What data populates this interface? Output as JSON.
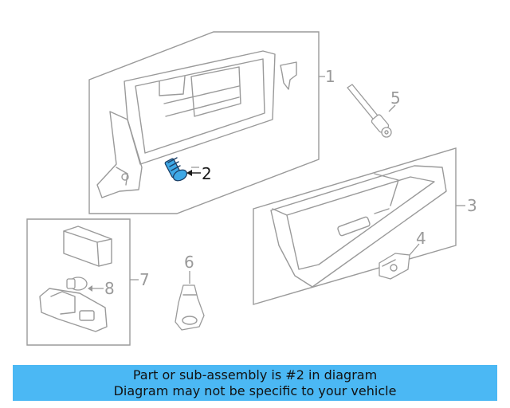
{
  "diagram": {
    "callouts": [
      {
        "id": "1",
        "label": "1"
      },
      {
        "id": "2",
        "label": "2"
      },
      {
        "id": "3",
        "label": "3"
      },
      {
        "id": "4",
        "label": "4"
      },
      {
        "id": "5",
        "label": "5"
      },
      {
        "id": "6",
        "label": "6"
      },
      {
        "id": "7",
        "label": "7"
      },
      {
        "id": "8",
        "label": "8"
      }
    ],
    "highlighted_part": "2",
    "colors": {
      "highlight": "#3ea8e6",
      "banner": "#4bb8f4",
      "line": "#9a9a9a"
    }
  },
  "banner": {
    "line1": "Part or sub-assembly is #2 in diagram",
    "line2": "Diagram may not be specific to your vehicle"
  }
}
